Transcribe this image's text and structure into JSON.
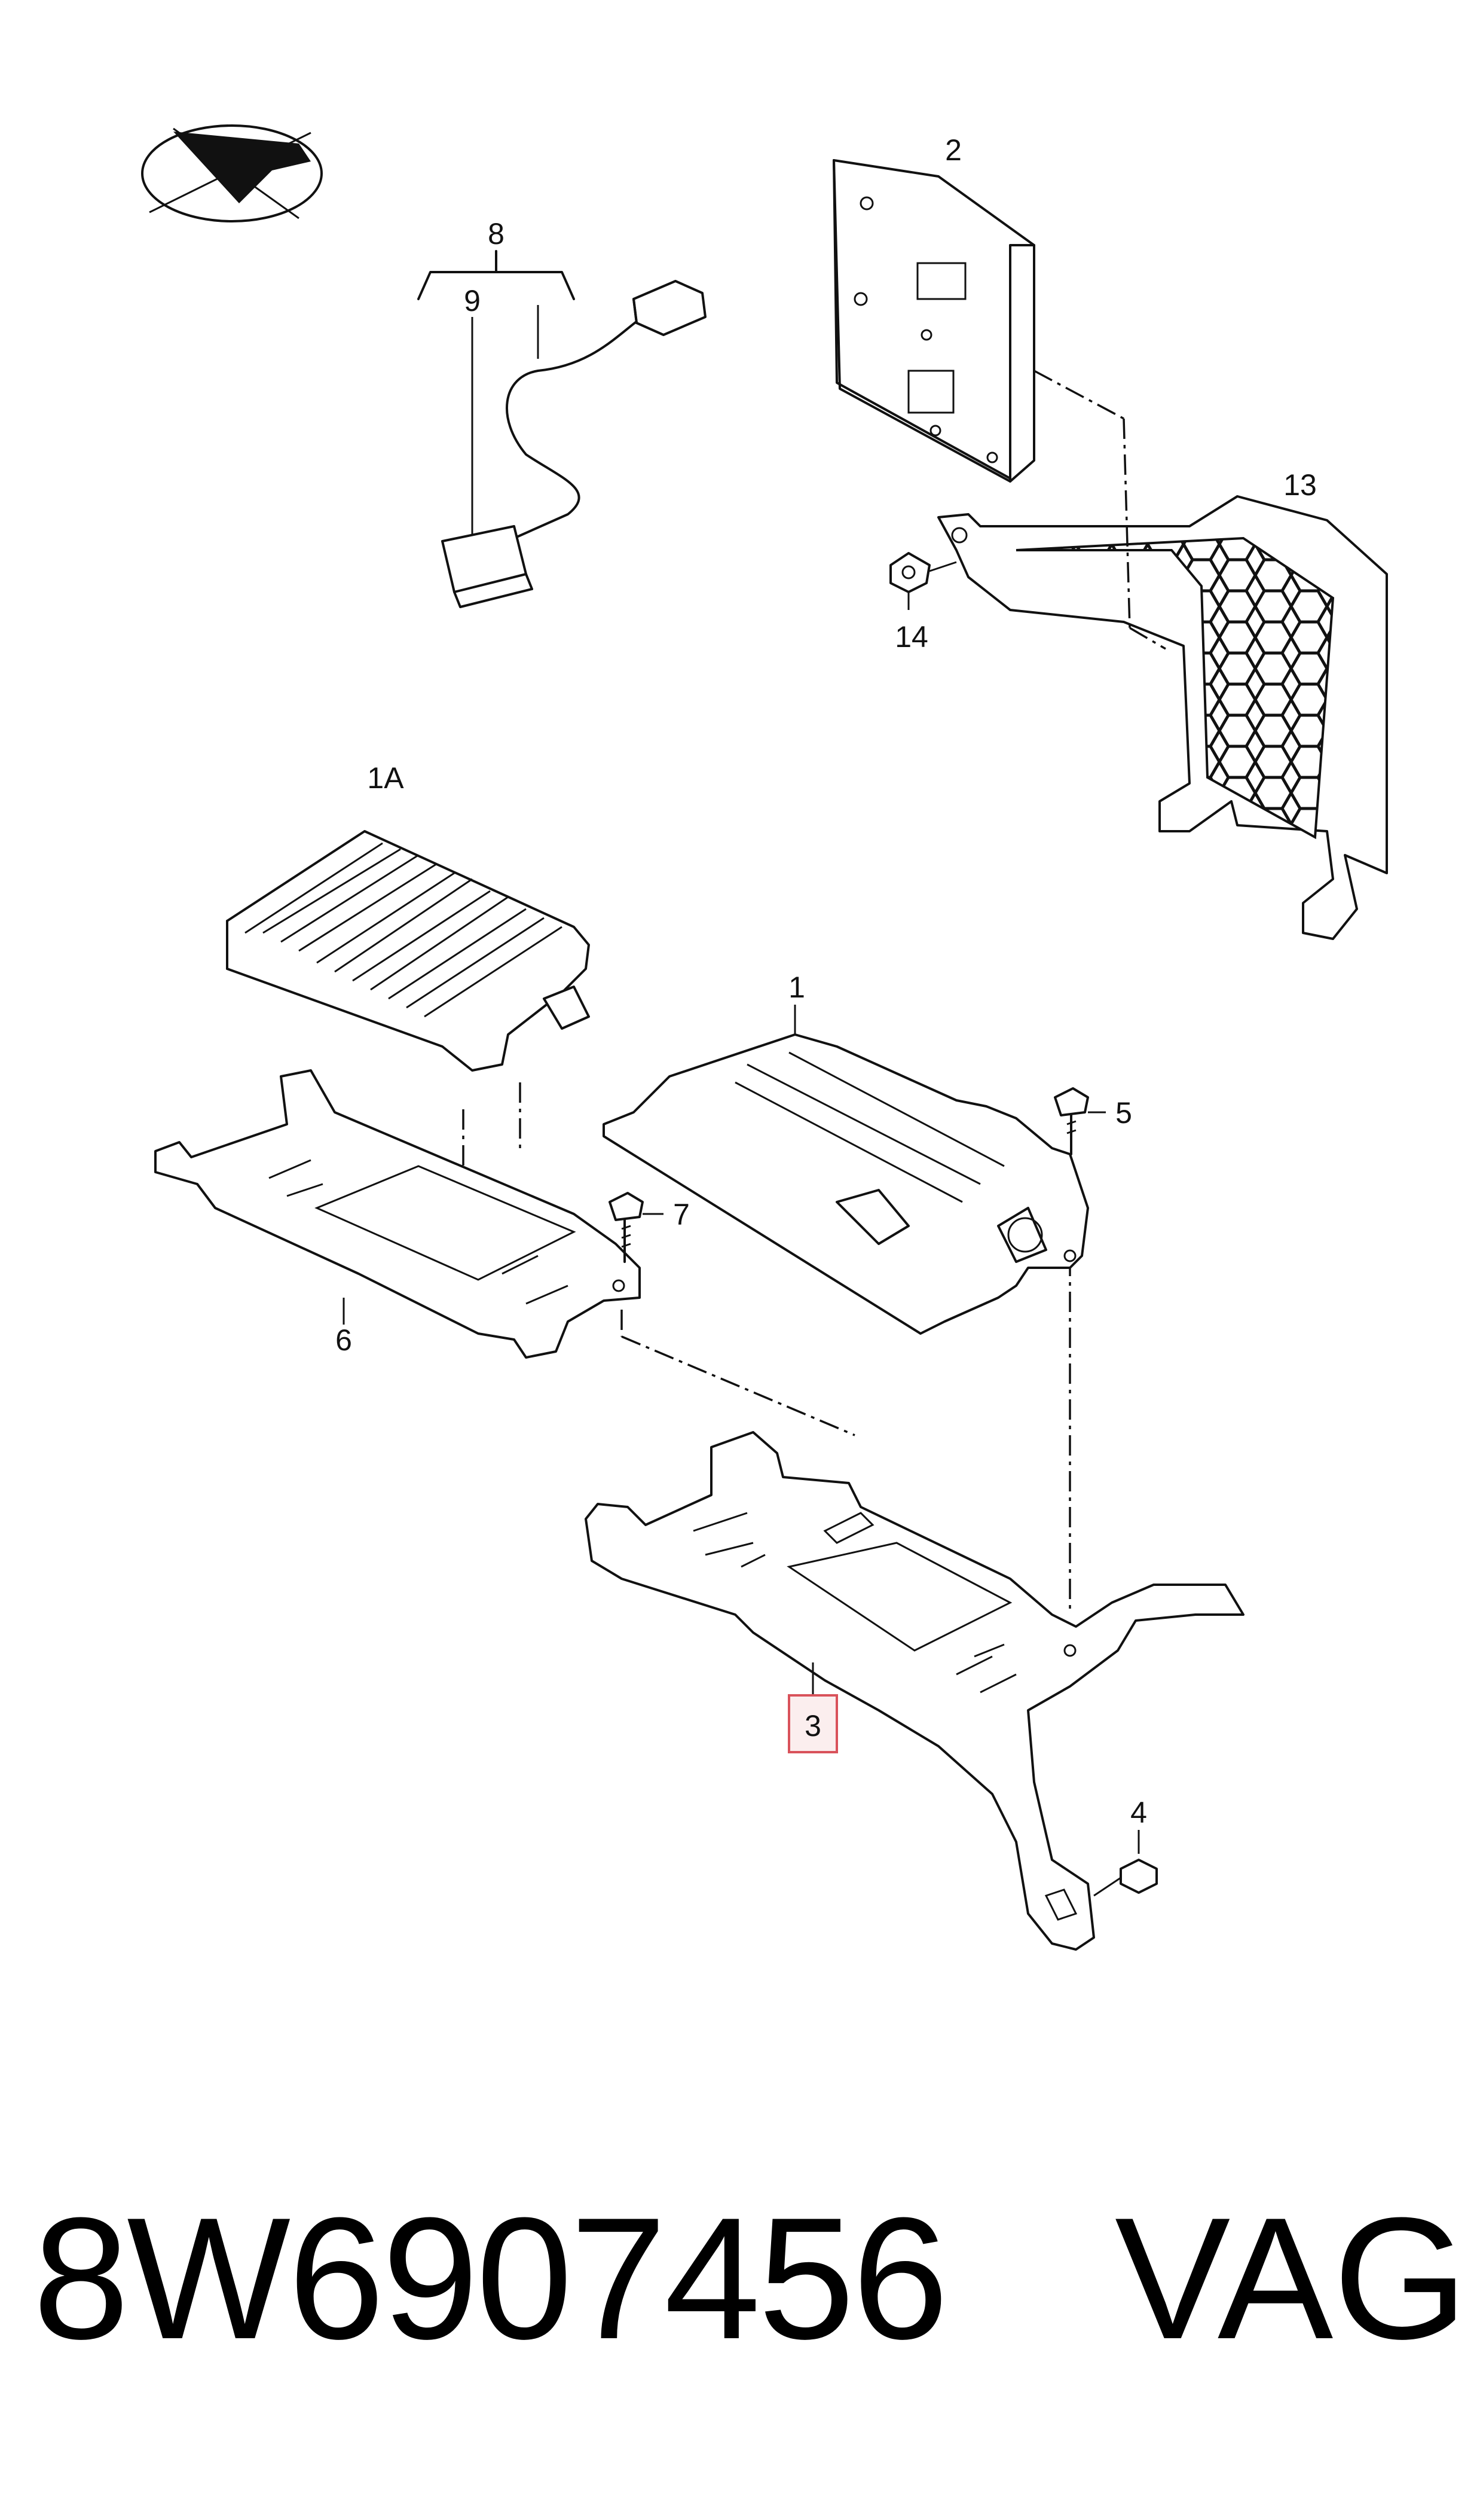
{
  "diagram": {
    "callouts": {
      "c1": "1",
      "c1a": "1A",
      "c2": "2",
      "c3": "3",
      "c4": "4",
      "c5": "5",
      "c6": "6",
      "c7": "7",
      "c8": "8",
      "c9": "9",
      "c13": "13",
      "c14": "14"
    },
    "highlight_color": "#d9525b"
  },
  "footer": {
    "part_number": "8W6907456",
    "brand": "VAG"
  }
}
